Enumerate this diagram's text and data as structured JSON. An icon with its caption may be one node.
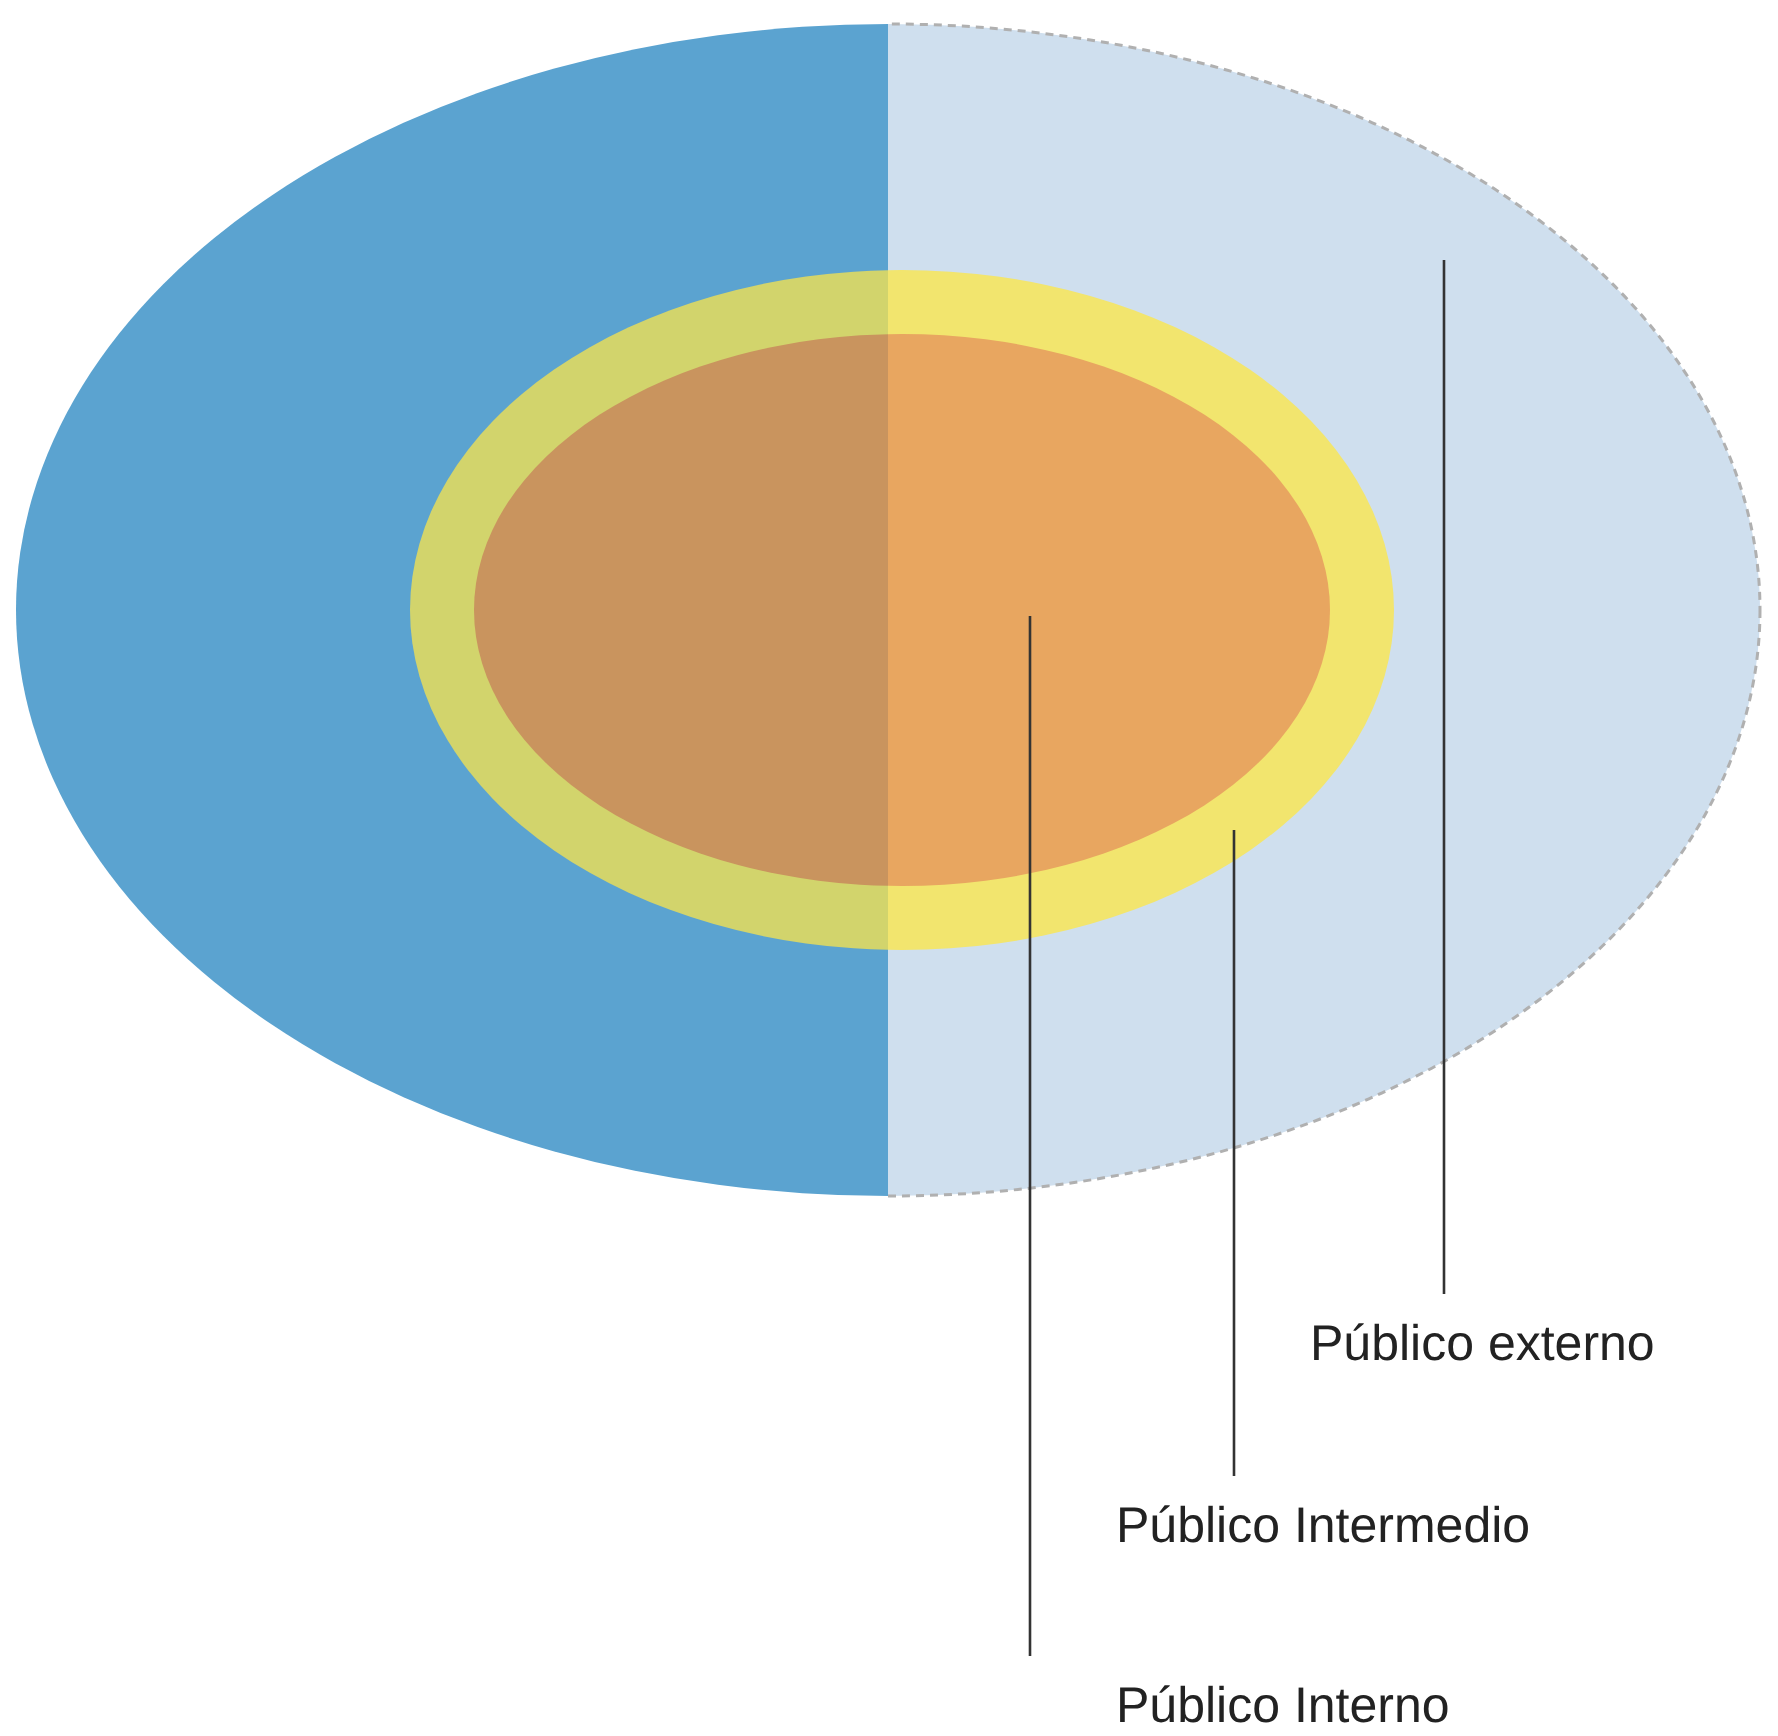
{
  "diagram": {
    "nodes": [
      {
        "text": [],
        "shape": "ellipse"
      },
      {
        "text": [],
        "shape": "ellipse",
        "in": 0
      },
      {
        "text": [],
        "shape": "ellipse",
        "in": 1
      },
      {
        "text": [
          "Público externo"
        ]
      },
      {
        "text": [
          "Público Intermedio"
        ]
      },
      {
        "text": [
          "Público Interno"
        ]
      }
    ],
    "edges": [
      {
        "from": 3,
        "to": 0,
        "arrow": "none"
      },
      {
        "from": 4,
        "to": 1,
        "arrow": "none"
      },
      {
        "from": 5,
        "to": 2,
        "arrow": "none"
      }
    ]
  }
}
